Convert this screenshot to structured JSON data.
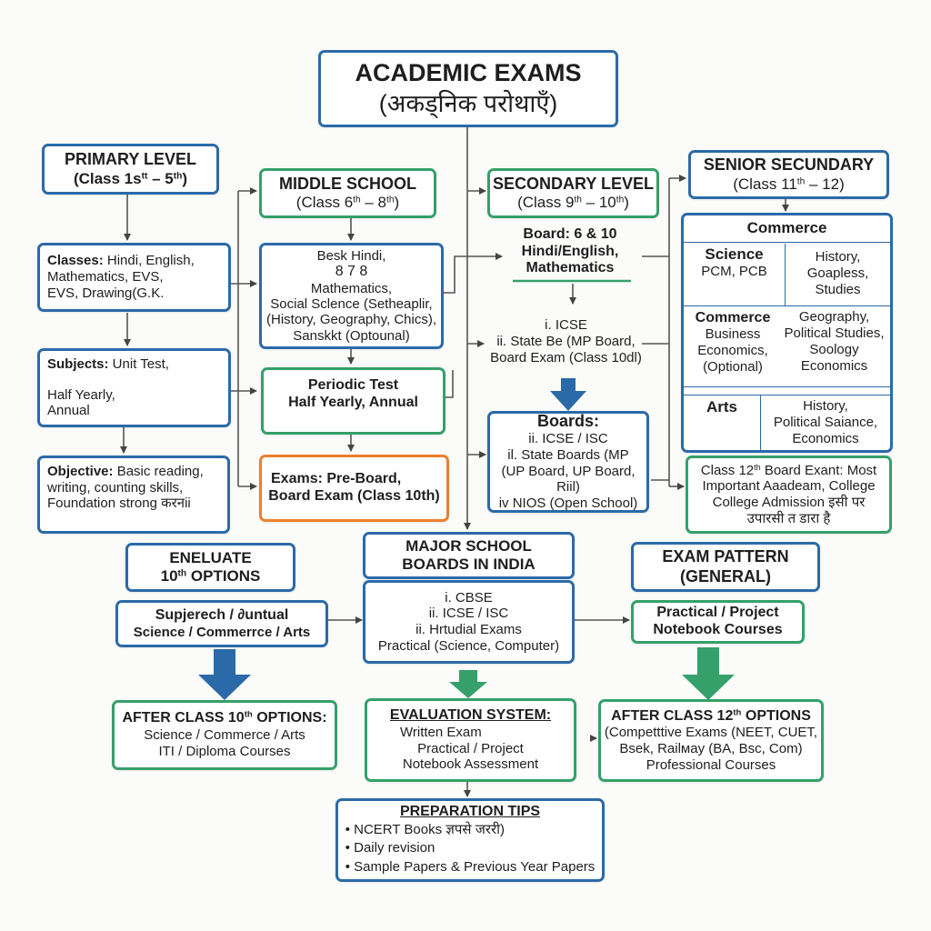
{
  "colors": {
    "blue": "#2b6aa8",
    "green": "#35a06a",
    "orange": "#ee7f2d",
    "connector": "#444444"
  },
  "title": {
    "line1": "ACADEMIC EXAMS",
    "line2": "(अकड्निक परोथाएँ)"
  },
  "primary": {
    "heading": "PRIMARY LEVEL",
    "range": {
      "pre": "(Class 1s",
      "sup1": "tt",
      "mid": " – 5",
      "sup2": "th",
      "post": ")"
    },
    "classes": {
      "label": "Classes:",
      "text1": " Hindi, English,",
      "text2": "Mathematics, EVS,",
      "text3": "EVS, Drawing(G.K."
    },
    "subjects": {
      "label": "Subjects:",
      "text1": " Unit Test,",
      "text2": "Half Yearly,",
      "text3": "Annual"
    },
    "objective": {
      "label": "Objective:",
      "text1": " Basic reading,",
      "text2": "writing, counting skills,",
      "text3": "Foundation strong करनii"
    }
  },
  "middle": {
    "heading": "MIDDLE SCHOOL",
    "range": {
      "pre": "(Class 6",
      "sup1": "th",
      "mid": " – 8",
      "sup2": "th",
      "post": ")"
    },
    "subjects": [
      "Besk Hindi,",
      "8 7 8",
      "Mathematics,",
      "Social Sclence (Setheaplir,",
      "(History, Geography, Chics),",
      "Sanskkt (Optounal)"
    ],
    "tests": [
      "Periodic Test",
      "Half Yearly, Annual"
    ],
    "exams": [
      "Exams: Pre-Board,",
      "Board Exam (Class 10th)"
    ]
  },
  "secondary": {
    "heading": "SECONDARY LEVEL",
    "range": {
      "pre": "(Class 9",
      "sup1": "th",
      "mid": " – 10",
      "sup2": "th",
      "post": ")"
    },
    "board": {
      "title": "Board: 6 & 10",
      "line1": "Hindi/English,",
      "line2": "Mathematics"
    },
    "list": [
      "i. ICSE",
      "ii. State Be (MP Board,",
      "Board Exam (Class 10dl)"
    ],
    "boards": {
      "title": "Boards:",
      "items": [
        "ii. ICSE / ISC",
        "il. State Boards (MP",
        "(UP Board, UP Board, Riil)",
        "iv NIOS (Open School)"
      ]
    }
  },
  "senior": {
    "heading": "SENIOR SECUNDARY",
    "range": {
      "pre": "(Class 11",
      "sup1": "th",
      "mid": " – 12)"
    },
    "table": {
      "header": "Commerce",
      "rows": [
        {
          "stream": "Science",
          "left": [
            "PCM, PCB"
          ],
          "right": [
            "History,",
            "Goapless,",
            "Studies"
          ]
        },
        {
          "stream": "Commerce",
          "left": [
            "Business",
            "Economics,",
            "(Optional)"
          ],
          "right": [
            "Geography,",
            "Political Studies,",
            "Soology",
            "Economics"
          ]
        },
        {
          "stream": "Arts",
          "left": [],
          "right": [
            "History,",
            "Political Saiance,",
            "Economics"
          ]
        }
      ]
    },
    "board_note": {
      "pre": "Class 12",
      "sup": "th",
      "line1": " Board Exant: Most",
      "line2": "Important Aaadeam, College",
      "line3": "College Admission इसी पर",
      "line4": "उपारसी त डारा है"
    }
  },
  "evaluate": {
    "heading1": "ENELUATE",
    "heading2_pre": "10",
    "heading2_sup": "th",
    "heading2_post": " OPTIONS",
    "streams": [
      "Supjerech / ∂untual",
      "Science / Commerrce / Arts"
    ]
  },
  "boards_india": {
    "heading": [
      "MAJOR SCHOOL",
      "BOARDS IN INDIA"
    ],
    "items": [
      "i. CBSE",
      "ii. ICSE / ISC",
      "ii. Hrtudial Exams",
      "Practical (Science, Computer)"
    ]
  },
  "exam_pattern": {
    "heading": [
      "EXAM PATTERN",
      "(GENERAL)"
    ],
    "items": [
      "Practical / Project",
      "Notebook Courses"
    ]
  },
  "after10": {
    "title_pre": "AFTER CLASS 10",
    "title_sup": "th",
    "title_post": " OPTIONS:",
    "lines": [
      "Science / Commerce / Arts",
      "ITI / Diploma Courses"
    ]
  },
  "evaluation": {
    "title": "EVALUATION SYSTEM:",
    "lines": [
      "Written Exam",
      "Practical / Project",
      "Notebook Assessment"
    ]
  },
  "after12": {
    "title_pre": "AFTER CLASS 12",
    "title_sup": "th",
    "title_post": " OPTIONS",
    "lines": [
      "(Competttive Exams (NEET, CUET,",
      "Bsek, Railмay (BA, Bsc, Com)",
      "Professional Courses"
    ]
  },
  "tips": {
    "title": "PREPARATION TIPS",
    "items": [
      "NCERT Books ज्ञपसे जररी)",
      "Daily revision",
      "Sample Papers & Previous Year Papers"
    ]
  }
}
